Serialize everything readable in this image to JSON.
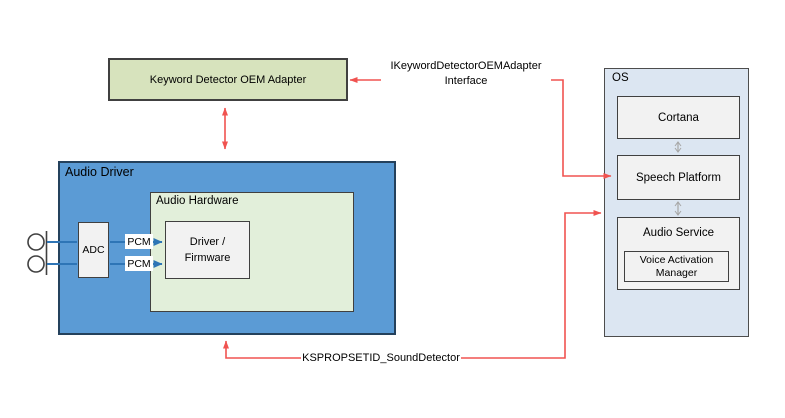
{
  "diagram": {
    "oem_adapter": {
      "label": "Keyword Detector OEM Adapter"
    },
    "audio_driver": {
      "label": "Audio Driver",
      "adc_label": "ADC",
      "pcm_label": "PCM",
      "audio_hardware": {
        "label": "Audio Hardware",
        "driver_firmware_label": "Driver / Firmware"
      }
    },
    "os": {
      "label": "OS",
      "cortana_label": "Cortana",
      "speech_platform_label": "Speech Platform",
      "audio_service_label": "Audio Service",
      "voice_activation_manager_label": "Voice Activation Manager"
    },
    "connectors": {
      "interface_label": "IKeywordDetectorOEMAdapter Interface",
      "ksprop_label": "KSPROPSETID_SoundDetector"
    },
    "icons": {
      "microphone_top": "microphone-icon",
      "microphone_bottom": "microphone-icon"
    },
    "colors": {
      "audio_driver_fill": "#5b9bd5",
      "oem_adapter_fill": "#d7e3bd",
      "audio_hardware_fill": "#e2efda",
      "os_fill": "#dce6f2",
      "component_fill": "#f2f2f2",
      "connector_red": "#f05350",
      "signal_blue": "#2e75b6",
      "os_arrow_gray": "#a6a6a6",
      "border_dark": "#404040"
    }
  }
}
